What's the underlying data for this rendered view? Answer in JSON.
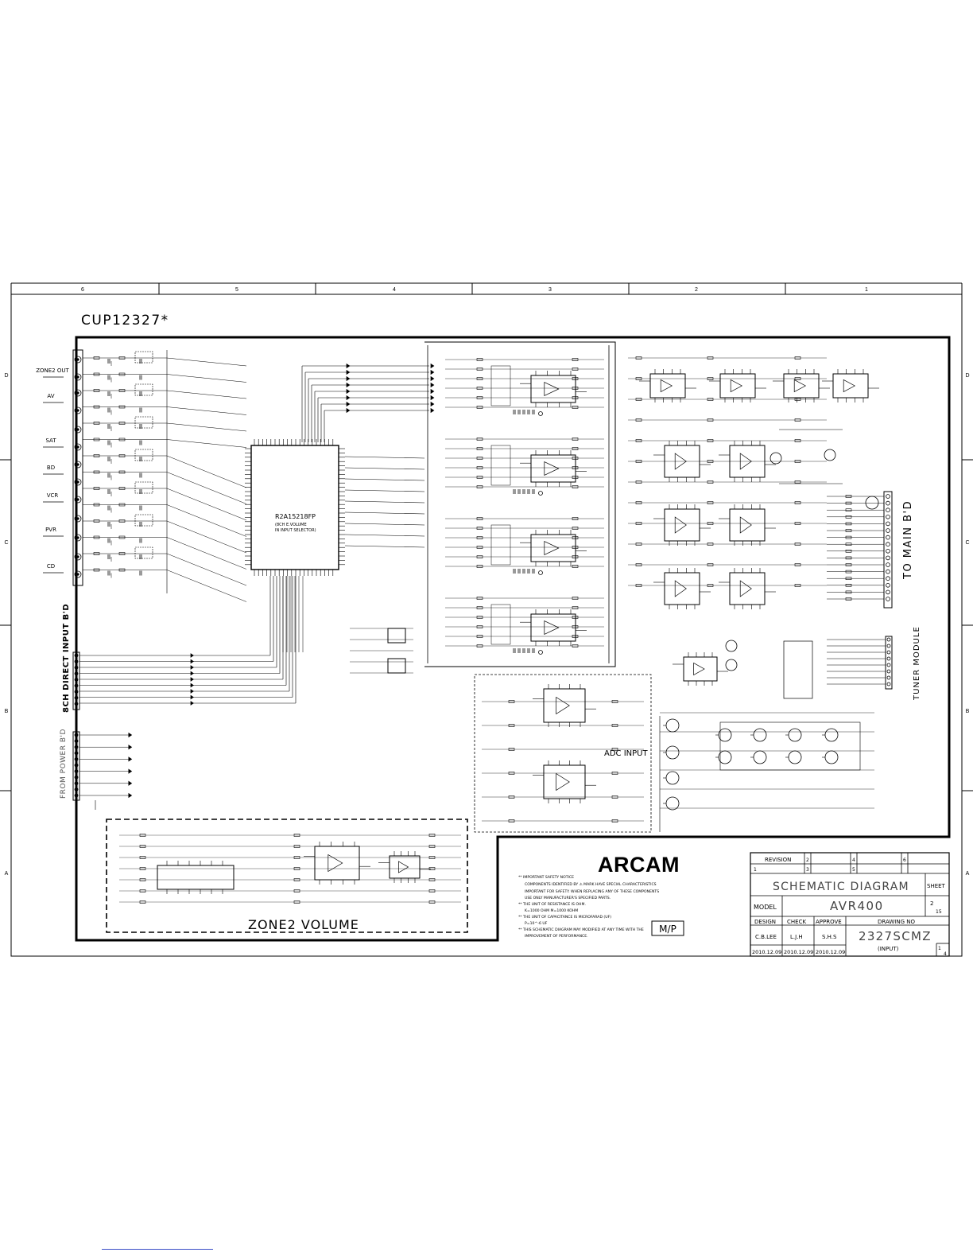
{
  "document": {
    "part_number": "CUP12327*",
    "brand": "ARCAM",
    "stamp": "M/P"
  },
  "border_columns": [
    "6",
    "5",
    "4",
    "3",
    "2",
    "1"
  ],
  "border_rows": [
    "D",
    "C",
    "B",
    "A"
  ],
  "blocks": {
    "main_ic_name": "R2A15218FP",
    "main_ic_sub1": "(8CH E.VOLUME",
    "main_ic_sub2": "IN INPUT SELECTOR)",
    "adc_input": "ADC INPUT",
    "zone2_volume": "ZONE2 VOLUME",
    "to_main_bd": "TO MAIN B'D",
    "tuner_module": "TUNER MODULE",
    "direct_input": "8CH DIRECT INPUT B'D",
    "from_power_bd": "FROM POWER B'D"
  },
  "inputs": [
    "ZONE2 OUT",
    "AV",
    "SAT",
    "BD",
    "VCR",
    "PVR",
    "CD"
  ],
  "notes": [
    "** IMPORTANT SAFETY NOTICE",
    "COMPONENTS IDENTIFIED BY ⚠ MARK HAVE SPECIAL CHARACTERISTICS",
    "IMPORTANT FOR SAFETY. WHEN REPLACING ANY OF THESE COMPONENTS",
    "USE ONLY MANUFACTURER'S SPECIFIED PARTS.",
    "** THE UNIT OF RESISTANCE IS OHM.",
    "K=1000 OHM    M=1000 KOHM",
    "** THE UNIT OF CAPACITANCE IS MICROFARAD (UF)",
    "P=10^-6 UF",
    "** THIS SCHEMATIC DIAGRAM MAY MODIFIED AT ANY TIME WITH THE",
    "IMPROVEMENT OF PERFORMANCE."
  ],
  "title_block": {
    "revision_label": "REVISION",
    "rev_cells": [
      "1",
      "2",
      "3",
      "4",
      "5",
      "6"
    ],
    "title": "SCHEMATIC DIAGRAM",
    "sheet_label": "SHEET",
    "sheet_num": "2",
    "sheet_total": "15",
    "model_label": "MODEL",
    "model": "AVR400",
    "design_label": "DESIGN",
    "check_label": "CHECK",
    "approve_label": "APPROVE",
    "drawing_no_label": "DRAWING NO",
    "design": "C.B.LEE",
    "check": "L.J.H",
    "approve": "S.H.S",
    "drawing_no": "2327SCMZ",
    "drawing_sub": "(INPUT)",
    "date1": "2010.12.09",
    "date2": "2010.12.09",
    "date3": "2010.12.09",
    "page_num": "1",
    "page_total": "4"
  }
}
